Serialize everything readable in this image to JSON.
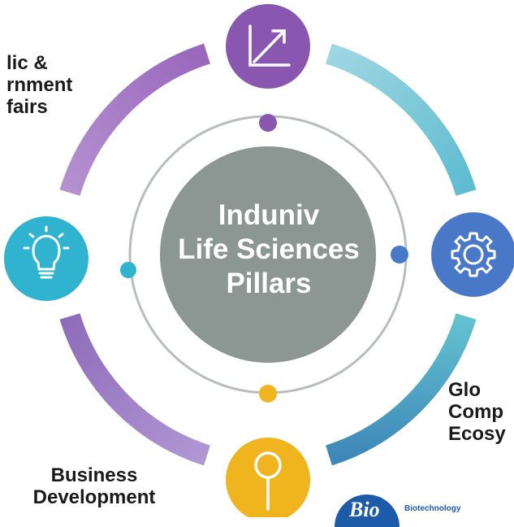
{
  "center": {
    "lines": [
      "Induniv",
      "Life Sciences",
      "Pillars"
    ]
  },
  "pillars": [
    {
      "id": "top",
      "icon": "growth-chart-icon",
      "color": "#8a57b0"
    },
    {
      "id": "right",
      "icon": "gear-icon",
      "color": "#4a78c9"
    },
    {
      "id": "bottom",
      "icon": "magnifier-icon",
      "color": "#f0b41e"
    },
    {
      "id": "left",
      "icon": "lightbulb-icon",
      "color": "#2fb3cf"
    }
  ],
  "labels": {
    "public": [
      "lic &",
      "rnment",
      "fairs"
    ],
    "global": [
      "Glo",
      "Comp",
      "Ecosy"
    ],
    "business": [
      "Business",
      "Development"
    ]
  },
  "logo": {
    "mark": "Bio",
    "text": "Biotechnology"
  },
  "colors": {
    "center_fill": "#8c9693",
    "ring_purple": "#a583c7",
    "ring_teal": "#6fc6d3",
    "ring_gray": "#b9bdbe"
  }
}
